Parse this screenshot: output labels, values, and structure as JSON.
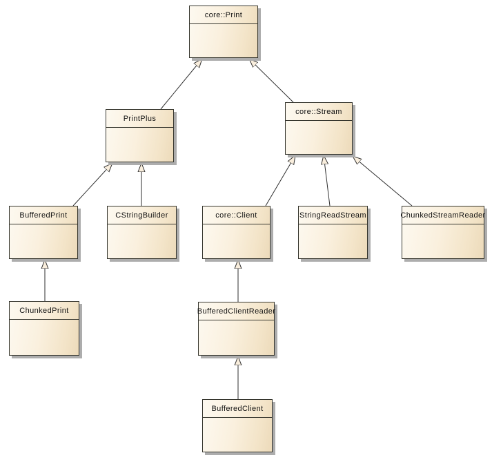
{
  "diagram": {
    "type": "uml-class-diagram",
    "background_color": "#ffffff",
    "box_fill_light": "#fdf9f0",
    "box_fill_dark": "#ecdaba",
    "box_border_color": "#35352d",
    "box_shadow_color": "#adadad",
    "edge_line_color": "#2e2e2e",
    "arrowhead_fill": "#f9eedd",
    "classes": [
      {
        "name": "core::Print"
      },
      {
        "name": "PrintPlus"
      },
      {
        "name": "core::Stream"
      },
      {
        "name": "BufferedPrint"
      },
      {
        "name": "CStringBuilder"
      },
      {
        "name": "core::Client"
      },
      {
        "name": "StringReadStream"
      },
      {
        "name": "ChunkedStreamReader"
      },
      {
        "name": "ChunkedPrint"
      },
      {
        "name": "BufferedClientReader"
      },
      {
        "name": "BufferedClient"
      }
    ],
    "relations": [
      {
        "from": "PrintPlus",
        "to": "core::Print",
        "type": "generalization"
      },
      {
        "from": "core::Stream",
        "to": "core::Print",
        "type": "generalization"
      },
      {
        "from": "BufferedPrint",
        "to": "PrintPlus",
        "type": "generalization"
      },
      {
        "from": "CStringBuilder",
        "to": "PrintPlus",
        "type": "generalization"
      },
      {
        "from": "core::Client",
        "to": "core::Stream",
        "type": "generalization"
      },
      {
        "from": "StringReadStream",
        "to": "core::Stream",
        "type": "generalization"
      },
      {
        "from": "ChunkedStreamReader",
        "to": "core::Stream",
        "type": "generalization"
      },
      {
        "from": "ChunkedPrint",
        "to": "BufferedPrint",
        "type": "generalization"
      },
      {
        "from": "BufferedClientReader",
        "to": "core::Client",
        "type": "generalization"
      },
      {
        "from": "BufferedClient",
        "to": "BufferedClientReader",
        "type": "generalization"
      }
    ]
  }
}
